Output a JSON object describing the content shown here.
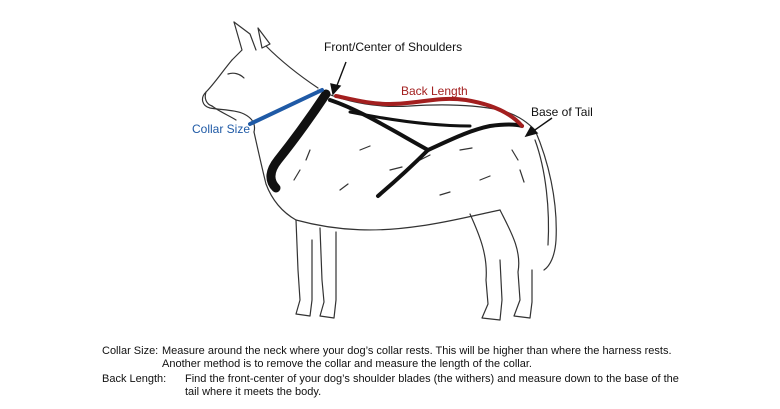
{
  "labels": {
    "shoulders": "Front/Center of Shoulders",
    "back_length": "Back Length",
    "base_of_tail": "Base of Tail",
    "collar_size": "Collar Size"
  },
  "notes": {
    "collar": {
      "term": "Collar Size:",
      "line1": "Measure around the neck where your dog’s collar rests.  This will be higher than where the harness rests.",
      "line2": "Another method is to remove the collar and measure the length of the collar."
    },
    "back": {
      "term": "Back Length:",
      "line1": "Find the front-center of your dog’s shoulder blades (the withers) and measure down to the base of the",
      "line2": "tail where it meets the body."
    }
  },
  "colors": {
    "collar": "#1f5aa6",
    "back_length": "#a31f1f",
    "harness": "#111111",
    "sketch": "#333333"
  }
}
